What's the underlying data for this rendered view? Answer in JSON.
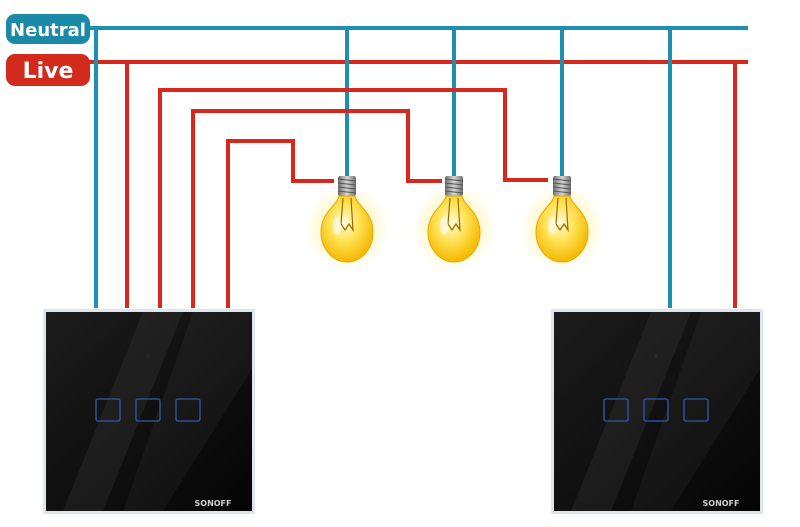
{
  "labels": {
    "neutral": "Neutral",
    "live": "Live"
  },
  "colors": {
    "neutral_wire": "#1e8fb0",
    "live_wire": "#d8281b",
    "neutral_pill": "#1a8aa6",
    "live_pill": "#d22a1c",
    "panel": "#0b0b0b",
    "panel_frame": "#dde5f0",
    "touch_key": "#2b4f93",
    "bulb_glass": "#ffd21a",
    "bulb_glow": "#fff3a6",
    "bulb_socket": "#8e8e8e"
  },
  "switches": [
    {
      "id": "left",
      "brand": "SONOFF",
      "gangs": 3
    },
    {
      "id": "right",
      "brand": "SONOFF",
      "gangs": 3
    }
  ],
  "bulbs": [
    {
      "id": "bulb-1",
      "state": "on"
    },
    {
      "id": "bulb-2",
      "state": "on"
    },
    {
      "id": "bulb-3",
      "state": "on"
    }
  ]
}
